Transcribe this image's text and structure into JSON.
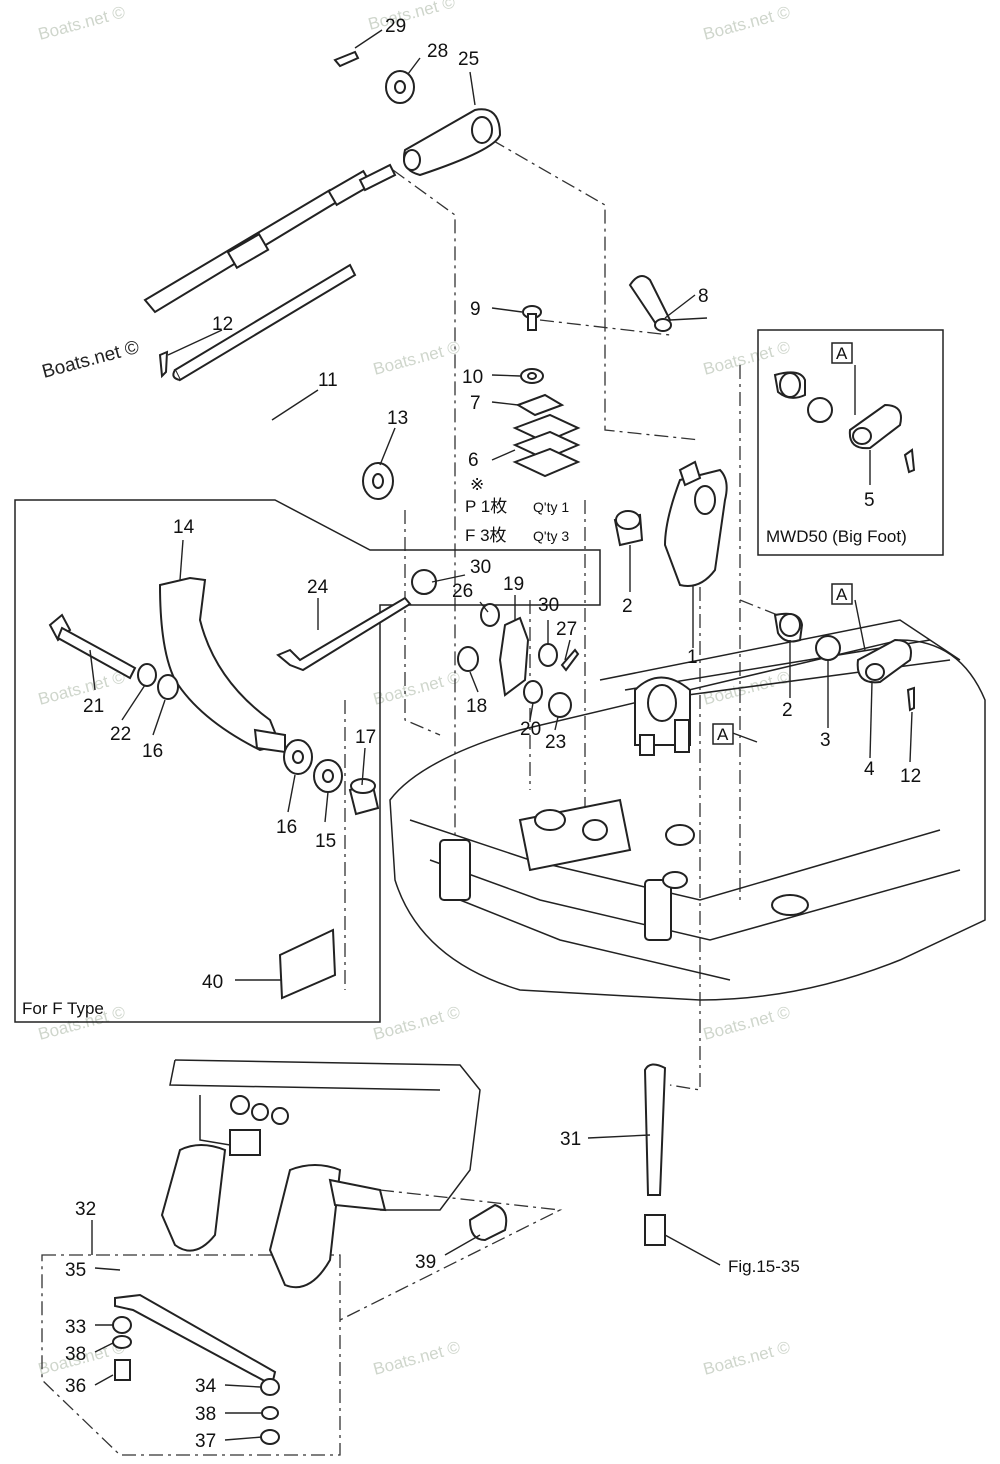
{
  "figure": {
    "callouts": [
      "1",
      "2",
      "3",
      "4",
      "5",
      "6",
      "7",
      "8",
      "9",
      "10",
      "11",
      "12",
      "13",
      "14",
      "15",
      "16",
      "17",
      "18",
      "19",
      "20",
      "21",
      "22",
      "23",
      "24",
      "25",
      "26",
      "27",
      "28",
      "29",
      "30",
      "31",
      "32",
      "33",
      "34",
      "35",
      "36",
      "37",
      "38",
      "39",
      "40"
    ],
    "note_mark": "※",
    "qty_p": "P  1枚",
    "qty_p_en": "Q'ty 1",
    "qty_f": "F  3枚",
    "qty_f_en": "Q'ty 3",
    "box_letter": "A",
    "inset_caption": "MWD50 (Big Foot)",
    "type_caption": "For F Type",
    "fig_ref": "Fig.15-35",
    "watermark": "Boats.net ©"
  }
}
